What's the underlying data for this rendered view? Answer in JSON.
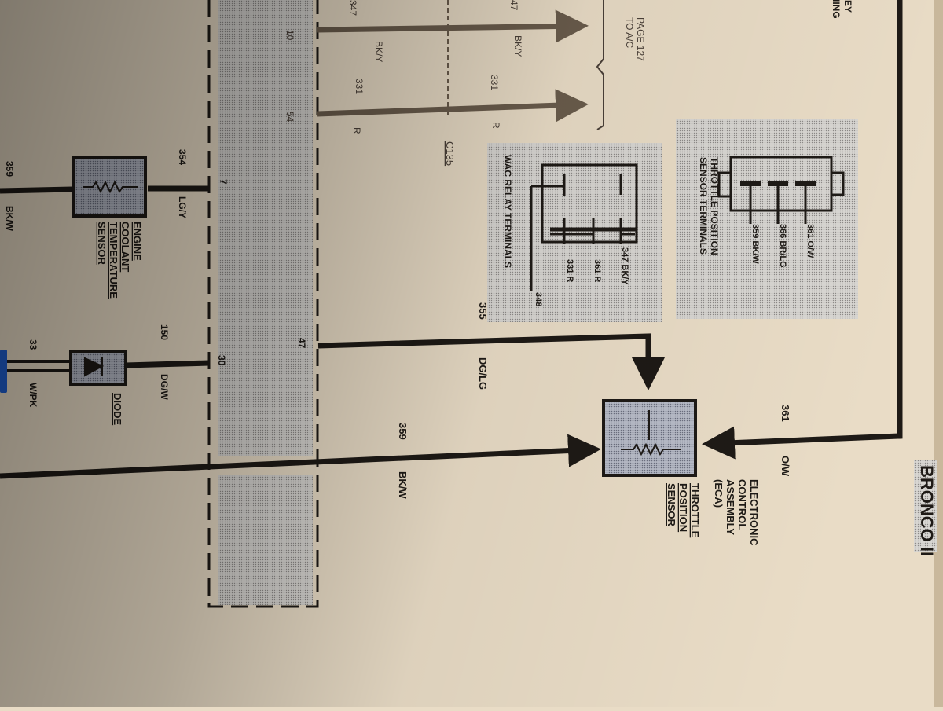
{
  "header": {
    "title": "BRONCO II",
    "partial_top": [
      "EY",
      "RNING"
    ]
  },
  "ac_reference": {
    "line1": "TO A/C",
    "line2": "PAGE 127"
  },
  "eca": {
    "label": [
      "ELECTRONIC",
      "CONTROL",
      "ASSEMBLY",
      "(ECA)"
    ],
    "pins": {
      "p10": "10",
      "p54": "54",
      "p7": "7",
      "p30": "30",
      "p47": "47"
    }
  },
  "connector": {
    "name": "C135"
  },
  "wires": {
    "w347": {
      "circuit": "347",
      "color": "BK/Y",
      "circuit_right": "47",
      "color_right": "BK/Y"
    },
    "w331": {
      "circuit": "331",
      "color": "R",
      "circuit_right": "331",
      "color_right": "R"
    },
    "w354": {
      "circuit": "354",
      "color": "LG/Y"
    },
    "w359_left": {
      "circuit": "359",
      "color": "BK/W"
    },
    "w150": {
      "circuit": "150",
      "color": "DG/W"
    },
    "w33": {
      "circuit": "33",
      "color": "W/PK"
    },
    "w355": {
      "circuit": "355",
      "color": "DG/LG"
    },
    "w359": {
      "circuit": "359",
      "color": "BK/W"
    },
    "w361": {
      "circuit": "361",
      "color": "O/W"
    }
  },
  "components": {
    "ect": [
      "ENGINE",
      "COOLANT",
      "TEMPERATURE",
      "SENSOR"
    ],
    "diode": [
      "DIODE"
    ],
    "tps": [
      "THROTTLE",
      "POSITION",
      "SENSOR"
    ]
  },
  "wac_relay": {
    "title": "WAC RELAY TERMINALS",
    "terminals": [
      "347 BK/Y",
      "361 R",
      "331 R",
      "348"
    ]
  },
  "tps_terminals": {
    "title": [
      "THROTTLE POSITION",
      "SENSOR TERMINALS"
    ],
    "terminals": [
      "361 O/W",
      "366 BR/LG",
      "359 BK/W"
    ]
  },
  "colors": {
    "paper": "#e9dcc6",
    "ink": "#1e1a16",
    "wire_faded": "#6a5c4c",
    "component_fill": "#a7acb6",
    "connector_blue": "#1f5fd0"
  }
}
